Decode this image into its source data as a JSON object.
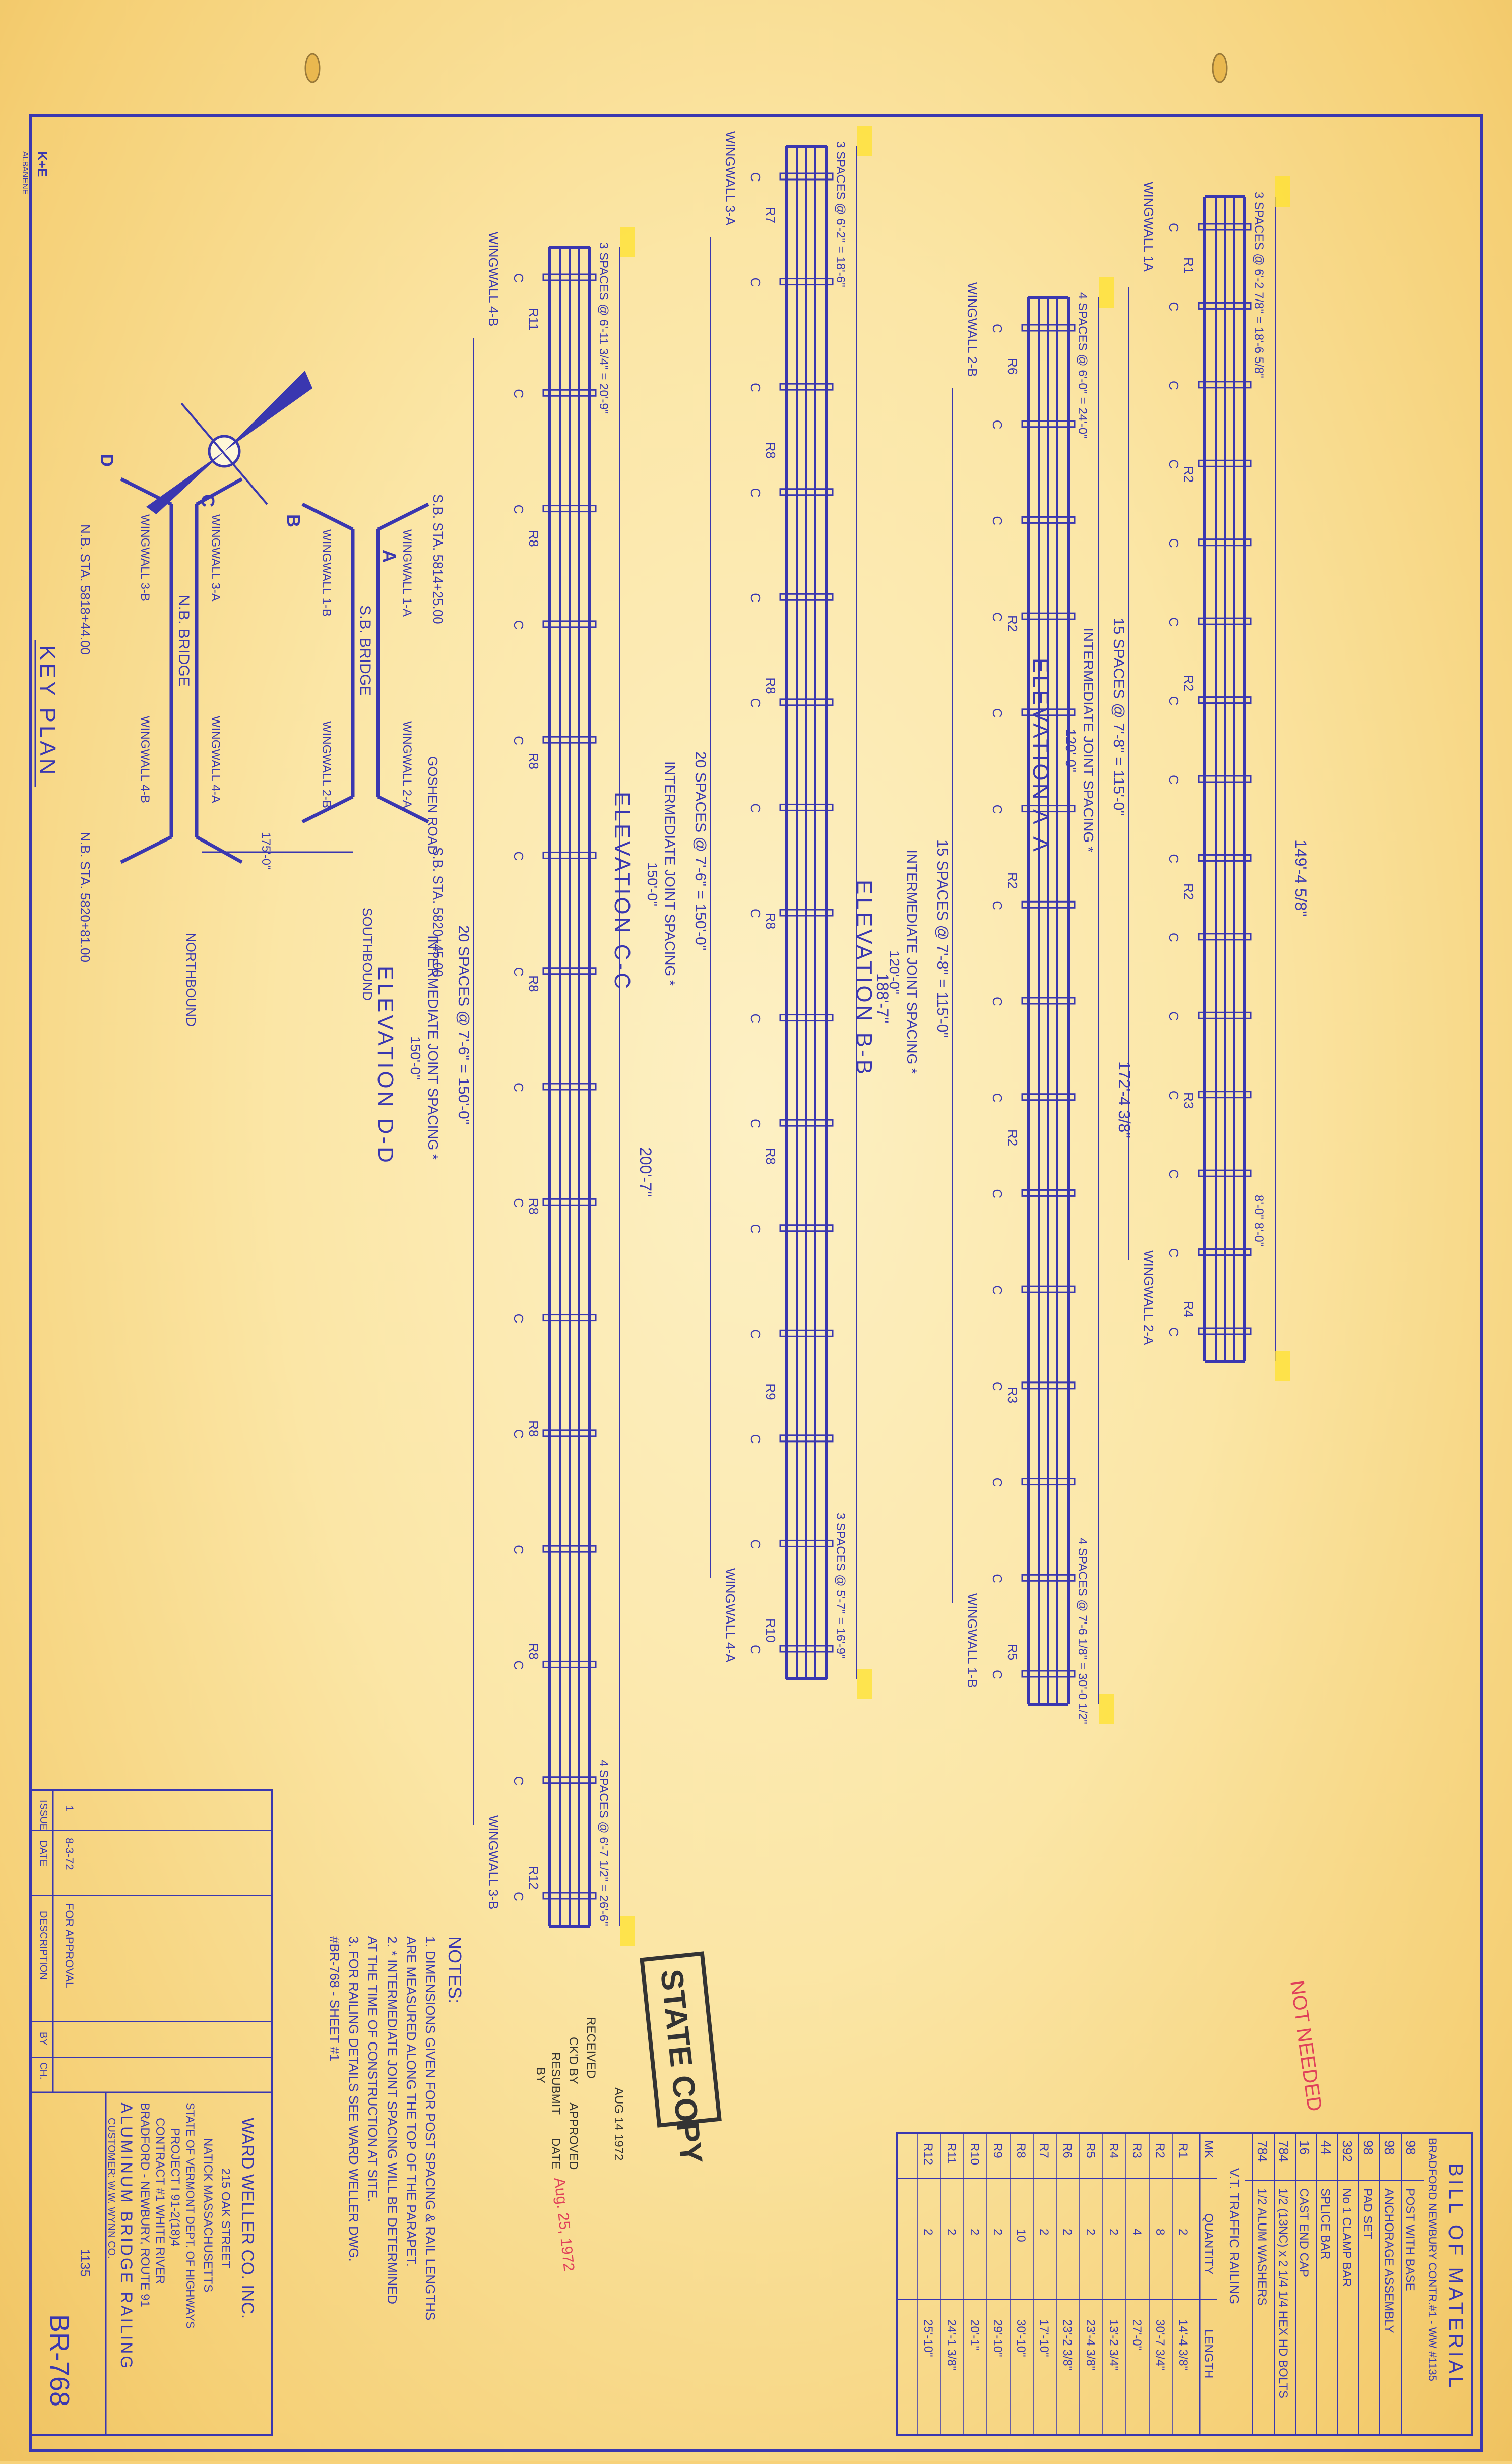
{
  "title_block": {
    "company": "WARD WELLER CO. INC.",
    "street": "215 OAK STREET",
    "city": "NATICK MASSACHUSETTS",
    "state_dept": "STATE OF VERMONT DEPT. OF HIGHWAYS",
    "project": "PROJECT I 91-2(18)4",
    "contract": "CONTRACT #1 WHITE RIVER",
    "location": "BRADFORD - NEWBURY, ROUTE 91",
    "description": "ALUMINUM BRIDGE RAILING",
    "customer": "CUSTOMER: W.W. WYNN CO.",
    "drawing_no": "BR-768",
    "ww": "1135",
    "revisions_header": [
      "ISSUE",
      "DATE",
      "DESCRIPTION",
      "BY",
      "CH."
    ],
    "revisions": [
      {
        "issue": "1",
        "date": "8-3-72",
        "description": "FOR APPROVAL",
        "by": "",
        "ch": ""
      }
    ]
  },
  "bill_of_material": {
    "title": "BILL OF MATERIAL",
    "subtitle": "BRADFORD NEWBURY CONTR.#1 - WW #1135",
    "items": [
      {
        "qty": "98",
        "desc": "POST WITH BASE"
      },
      {
        "qty": "98",
        "desc": "ANCHORAGE ASSEMBLY"
      },
      {
        "qty": "98",
        "desc": "PAD SET"
      },
      {
        "qty": "392",
        "desc": "No 1 CLAMP BAR"
      },
      {
        "qty": "44",
        "desc": "SPLICE BAR"
      },
      {
        "qty": "16",
        "desc": "CAST END CAP"
      },
      {
        "qty": "784",
        "desc": "1/2 (13NC) x 2 1/4 1/4 HEX HD BOLTS"
      },
      {
        "qty": "784",
        "desc": "1/2 ALUM WASHERS"
      }
    ],
    "rail_table_title": "V.T. TRAFFIC RAILING",
    "rail_header": [
      "MK",
      "QUANTITY",
      "LENGTH"
    ],
    "rails": [
      {
        "mk": "R1",
        "qty": "2",
        "len": "14'-4 3/8\""
      },
      {
        "mk": "R2",
        "qty": "8",
        "len": "30'-7 3/4\""
      },
      {
        "mk": "R3",
        "qty": "4",
        "len": "27'-0\""
      },
      {
        "mk": "R4",
        "qty": "2",
        "len": "13'-2 3/4\""
      },
      {
        "mk": "R5",
        "qty": "2",
        "len": "23'-4 3/8\""
      },
      {
        "mk": "R6",
        "qty": "2",
        "len": "23'-2 3/8\""
      },
      {
        "mk": "R7",
        "qty": "2",
        "len": "17'-10\""
      },
      {
        "mk": "R8",
        "qty": "10",
        "len": "30'-10\""
      },
      {
        "mk": "R9",
        "qty": "2",
        "len": "29'-10\""
      },
      {
        "mk": "R10",
        "qty": "2",
        "len": "20'-1\""
      },
      {
        "mk": "R11",
        "qty": "2",
        "len": "24'-1 3/8\""
      },
      {
        "mk": "R12",
        "qty": "2",
        "len": "25'-10\""
      }
    ],
    "note_red": "NOT NEEDED"
  },
  "stamps": {
    "state_copy": "STATE COPY",
    "received_label": "RECEIVED",
    "received_date": "AUG 14 1972",
    "ckd_by_label": "CK'D BY",
    "approved_label": "APPROVED",
    "resubmit_label": "RESUBMIT",
    "by_label": "BY",
    "date_label": "DATE",
    "date_value": "Aug. 25, 1972"
  },
  "notes": {
    "title": "NOTES:",
    "lines": [
      "1. DIMENSIONS GIVEN FOR POST SPACING & RAIL LENGTHS",
      "   ARE MEASURED ALONG THE TOP OF THE PARAPET.",
      "2. * INTERMEDIATE JOINT SPACING WILL BE DETERMINED",
      "   AT THE TIME OF CONSTRUCTION AT SITE.",
      "3. FOR RAILING DETAILS SEE WARD WELLER DWG.",
      "   #BR-768 - SHEET #1"
    ]
  },
  "elevations": [
    {
      "name": "ELEVATION A-A",
      "start": "WINGWALL 1A",
      "end": "WINGWALL 2-A",
      "spacing": "15 SPACES @ 7'-8\" = 115'-0\"",
      "joint": "INTERMEDIATE JOINT SPACING *",
      "joint_len": "120'-0\"",
      "left_spacing": "3 SPACES @ 6'-2 7/8\" = 18'-6 5/8\"",
      "right_spacing": "8'-0\"  8'-0\"",
      "total": "149'-4 5/8\"",
      "rails": [
        "R1",
        "R2",
        "R2",
        "R2",
        "R3",
        "R4"
      ]
    },
    {
      "name": "ELEVATION B-B",
      "start": "WINGWALL 2-B",
      "end": "WINGWALL 1-B",
      "spacing": "15 SPACES @ 7'-8\" = 115'-0\"",
      "joint": "INTERMEDIATE JOINT SPACING *",
      "joint_len": "120'-0\"",
      "left_spacing": "4 SPACES @ 6'-0\" = 24'-0\"",
      "right_spacing": "4 SPACES @ 7'-6 1/8\" = 30'-0 1/2\"",
      "total": "172'-4 3/8\"",
      "rails": [
        "R6",
        "R2",
        "R2",
        "R2",
        "R3",
        "R5"
      ]
    },
    {
      "name": "ELEVATION C-C",
      "start": "WINGWALL 3-A",
      "end": "WINGWALL 4-A",
      "spacing": "20 SPACES @ 7'-6\" = 150'-0\"",
      "joint": "INTERMEDIATE JOINT SPACING *",
      "joint_len": "150'-0\"",
      "left_spacing": "3 SPACES @ 6'-2\" = 18'-6\"",
      "right_spacing": "3 SPACES @ 5'-7\" = 16'-9\"",
      "total": "188'-7\"",
      "rails": [
        "R7",
        "R8",
        "R8",
        "R8",
        "R8",
        "R9",
        "R10"
      ]
    },
    {
      "name": "ELEVATION D-D",
      "start": "WINGWALL 4-B",
      "end": "WINGWALL 3-B",
      "spacing": "20 SPACES @ 7'-6\" = 150'-0\"",
      "joint": "INTERMEDIATE JOINT SPACING *",
      "joint_len": "150'-0\"",
      "left_spacing": "3 SPACES @ 6'-11 3/4\" = 20'-9\"",
      "right_spacing": "4 SPACES @ 6'-7 1/2\" = 26'-6\"",
      "total": "200'-7\"",
      "rails": [
        "R11",
        "R8",
        "R8",
        "R8",
        "R8",
        "R8",
        "R8",
        "R12"
      ]
    }
  ],
  "key_plan": {
    "title": "KEY PLAN",
    "labels": {
      "gosher_road": "GOSHEN ROAD",
      "southbound": "SOUTHBOUND",
      "northbound": "NORTHBOUND",
      "sb_bridge": "S.B. BRIDGE",
      "nb_bridge": "N.B. BRIDGE",
      "sb_sta_1": "S.B. STA. 5814+25.00",
      "sb_sta_2": "S.B. STA. 5820+45.00",
      "nb_sta_1": "N.B. STA. 5818+44.00",
      "nb_sta_2": "N.B. STA. 5820+81.00",
      "offset": "175'-0\"",
      "ww_1a": "WINGWALL 1-A",
      "ww_1b": "WINGWALL 1-B",
      "ww_2a": "WINGWALL 2-A",
      "ww_2b": "WINGWALL 2-B",
      "ww_3a": "WINGWALL 3-A",
      "ww_3b": "WINGWALL 3-B",
      "ww_4a": "WINGWALL 4-A",
      "ww_4b": "WINGWALL 4-B",
      "mark_a": "A",
      "mark_b": "B",
      "mark_c": "C",
      "mark_d": "D"
    }
  },
  "margin": {
    "logo": "K+E",
    "logo_sub": "ALBANENE"
  },
  "colors": {
    "paper": "#f7d67f",
    "ink_blue": "#3a37b0",
    "highlight": "#ffe12e",
    "red_pencil": "#e0405a"
  }
}
